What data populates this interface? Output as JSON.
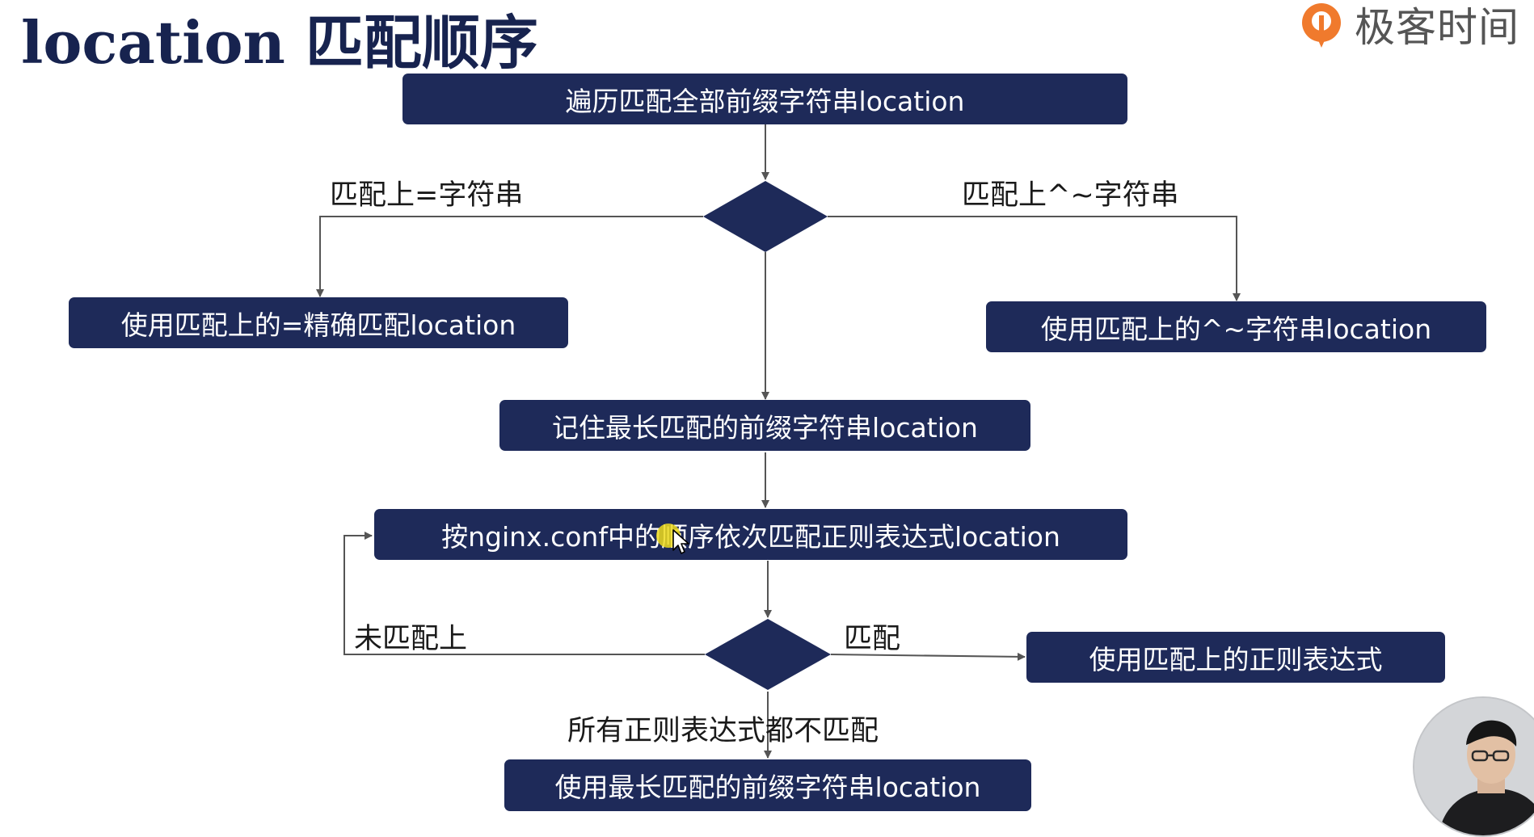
{
  "page_title": "location 匹配顺序",
  "brand": {
    "name": "极客时间",
    "icon": "geektime-logo-icon",
    "accent": "#f07a2d"
  },
  "colors": {
    "box_fill": "#1e2a59",
    "box_text": "#ffffff",
    "line": "#555555",
    "title": "#17234f"
  },
  "boxes": {
    "traverse_prefix": "遍历匹配全部前缀字符串location",
    "use_exact": "使用匹配上的=精确匹配location",
    "use_caret_tilde": "使用匹配上的^~字符串location",
    "remember_longest": "记住最长匹配的前缀字符串location",
    "regex_in_order": "按nginx.conf中的顺序依次匹配正则表达式location",
    "use_regex": "使用匹配上的正则表达式",
    "use_longest_prefix": "使用最长匹配的前缀字符串location"
  },
  "labels": {
    "matched_exact": "匹配上=字符串",
    "matched_caret_tilde": "匹配上^~字符串",
    "not_matched": "未匹配上",
    "matched": "匹配",
    "no_regex_match": "所有正则表达式都不匹配"
  },
  "overlay": {
    "presenter": "presenter-avatar",
    "cursor": "mouse-pointer-icon"
  }
}
